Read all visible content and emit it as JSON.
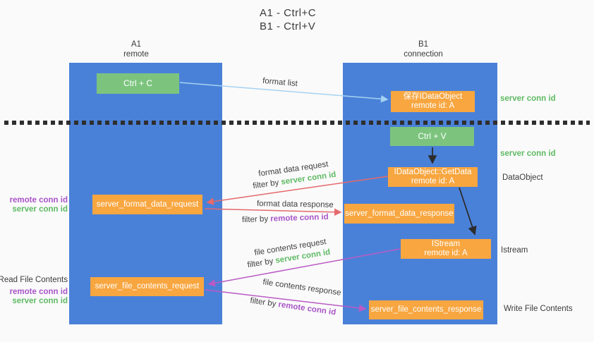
{
  "title": {
    "line1": "A1 - Ctrl+C",
    "line2": "B1 - Ctrl+V"
  },
  "lanes": {
    "a1": {
      "name": "A1",
      "subtitle": "remote"
    },
    "b1": {
      "name": "B1",
      "subtitle": "connection"
    }
  },
  "nodes": {
    "ctrl_c": {
      "label": "Ctrl + C"
    },
    "ctrl_v": {
      "label": "Ctrl + V"
    },
    "save_dataobject": {
      "line1": "保存IDataObject",
      "line2": "remote id: A"
    },
    "getdata": {
      "line1": "IDataObject::GetData",
      "line2": "remote id: A"
    },
    "istream": {
      "line1": "IStream",
      "line2": "remote id: A"
    },
    "server_format_data_request": {
      "label": "server_format_data_request"
    },
    "server_format_data_response": {
      "label": "server_format_data_response"
    },
    "server_file_contents_request": {
      "label": "server_file_contents_request"
    },
    "server_file_contents_response": {
      "label": "server_file_contents_response"
    }
  },
  "flow_labels": {
    "format_list": "format list",
    "format_data_request": "format data request",
    "format_data_request_filter_prefix": "filter by ",
    "format_data_request_filter_key": "server conn id",
    "format_data_response": "format data response",
    "format_data_response_filter_prefix": "filter by ",
    "format_data_response_filter_key": "remote conn id",
    "file_contents_request": "file contents request",
    "file_contents_request_filter_prefix": "filter by ",
    "file_contents_request_filter_key": "server conn id",
    "file_contents_response": "file contents response",
    "file_contents_response_filter_prefix": "filter by ",
    "file_contents_response_filter_key": "remote conn id"
  },
  "side_labels": {
    "left_top": {
      "remote": "remote conn id",
      "server": "server conn id"
    },
    "read_file": "Read File Contents",
    "left_bottom": {
      "remote": "remote conn id",
      "server": "server conn id"
    },
    "server_conn_top": "server conn id",
    "server_conn_mid": "server conn id",
    "dataobject": "DataObject",
    "istream": "Istream",
    "write_file": "Write File Contents"
  },
  "colors": {
    "lane_blue": "#4a81d8",
    "node_green": "#7cc47e",
    "node_orange": "#f8a640",
    "arrow_light_blue": "#a6d2f2",
    "arrow_red": "#e5696b",
    "arrow_magenta": "#ba5ac4",
    "arrow_black": "#2c2c2c",
    "text_green": "#5fba63",
    "text_purple": "#a855c8",
    "text_dark": "#3c3c3c"
  }
}
